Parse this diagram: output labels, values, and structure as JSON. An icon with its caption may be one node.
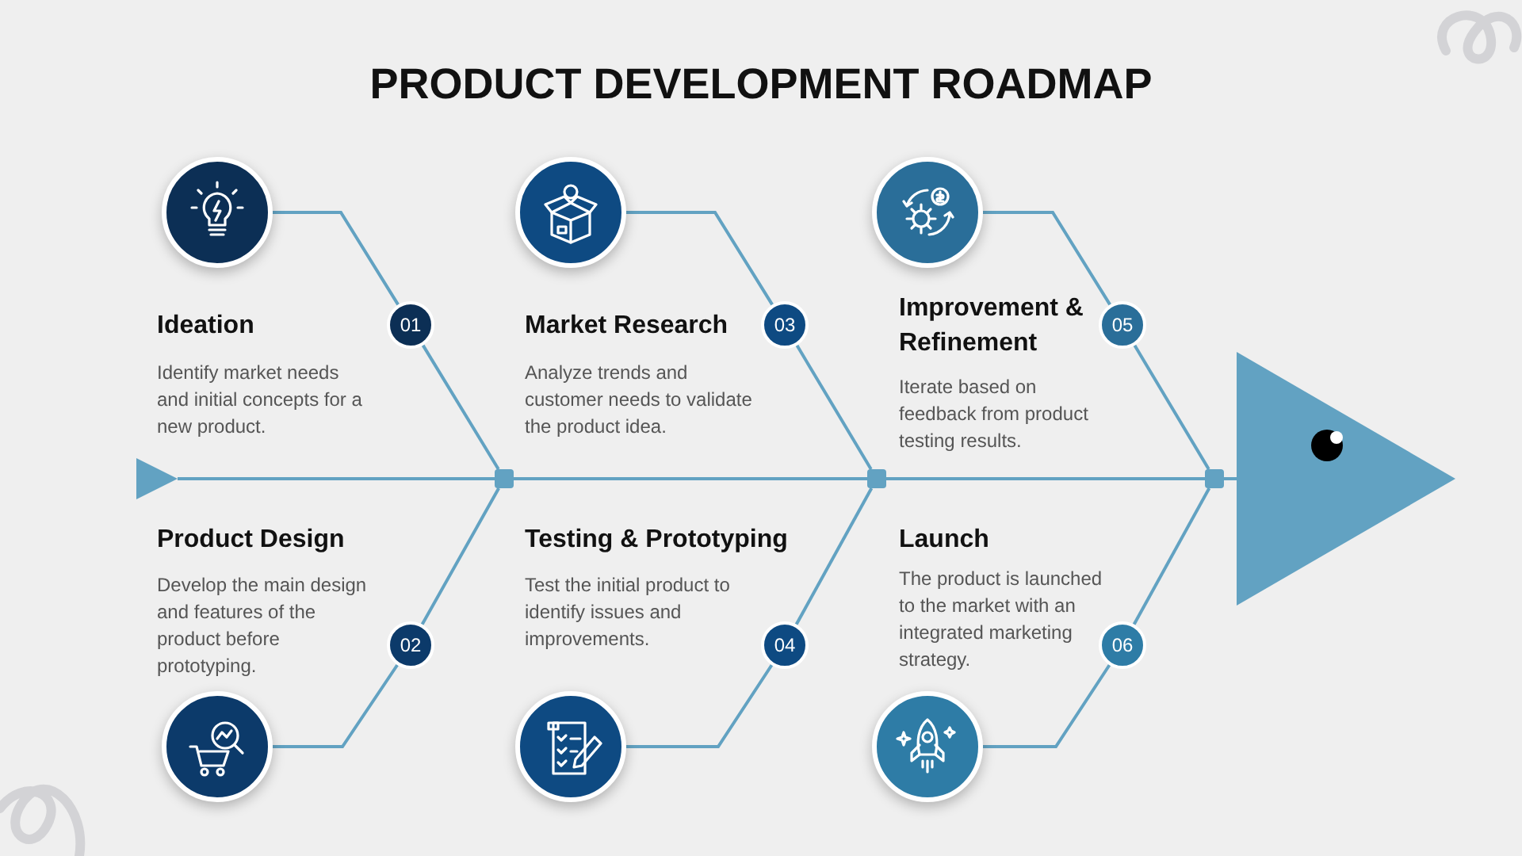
{
  "diagram": {
    "title": "PRODUCT DEVELOPMENT ROADMAP",
    "nodes": [
      {
        "text": [],
        "shape": "circle"
      },
      {
        "text": [],
        "shape": "circle"
      },
      {
        "text": [],
        "shape": "circle"
      },
      {
        "text": [
          "01"
        ]
      },
      {
        "text": [
          "03"
        ]
      },
      {
        "text": [
          "05"
        ]
      },
      {
        "text": [],
        "shape": "triangle"
      },
      {
        "text": [],
        "shape": "box"
      },
      {
        "text": [],
        "shape": "box"
      },
      {
        "text": [],
        "shape": "box"
      },
      {
        "text": [],
        "shape": "triangle"
      },
      {
        "text": [
          "02"
        ]
      },
      {
        "text": [
          "04"
        ]
      },
      {
        "text": [
          "06"
        ]
      },
      {
        "text": [],
        "shape": "circle"
      },
      {
        "text": [],
        "shape": "circle"
      },
      {
        "text": [],
        "shape": "circle"
      }
    ],
    "edges": [
      {
        "from": 6,
        "to": 7,
        "arrow": "none"
      },
      {
        "from": 7,
        "to": 8,
        "arrow": "none"
      },
      {
        "from": 8,
        "to": 9,
        "arrow": "none"
      },
      {
        "from": 9,
        "to": 10,
        "arrow": "none"
      },
      {
        "from": 0,
        "to": 3,
        "arrow": "none"
      },
      {
        "from": 3,
        "to": 7,
        "arrow": "none"
      },
      {
        "from": 14,
        "to": 11,
        "arrow": "none"
      },
      {
        "from": 11,
        "to": 7,
        "arrow": "none"
      },
      {
        "from": 1,
        "to": 4,
        "arrow": "none"
      },
      {
        "from": 4,
        "to": 8,
        "arrow": "none"
      },
      {
        "from": 15,
        "to": 12,
        "arrow": "none"
      },
      {
        "from": 12,
        "to": 8,
        "arrow": "none"
      },
      {
        "from": 2,
        "to": 5,
        "arrow": "none"
      },
      {
        "from": 5,
        "to": 9,
        "arrow": "none"
      },
      {
        "from": 16,
        "to": 13,
        "arrow": "none"
      },
      {
        "from": 13,
        "to": 9,
        "arrow": "none"
      }
    ],
    "labels": [
      "Ideation",
      "Identify market needs and initial concepts for a new product.",
      "Product Design",
      "Develop the main design and features of the product before prototyping.",
      "Market Research",
      "Analyze trends and customer needs to validate the product idea.",
      "Testing & Prototyping",
      "Test the initial product to identify issues and improvements.",
      "Improvement & Refinement",
      "Iterate based on feedback from product testing results.",
      "Launch",
      "The product is launched to the market with an integrated marketing strategy."
    ]
  }
}
